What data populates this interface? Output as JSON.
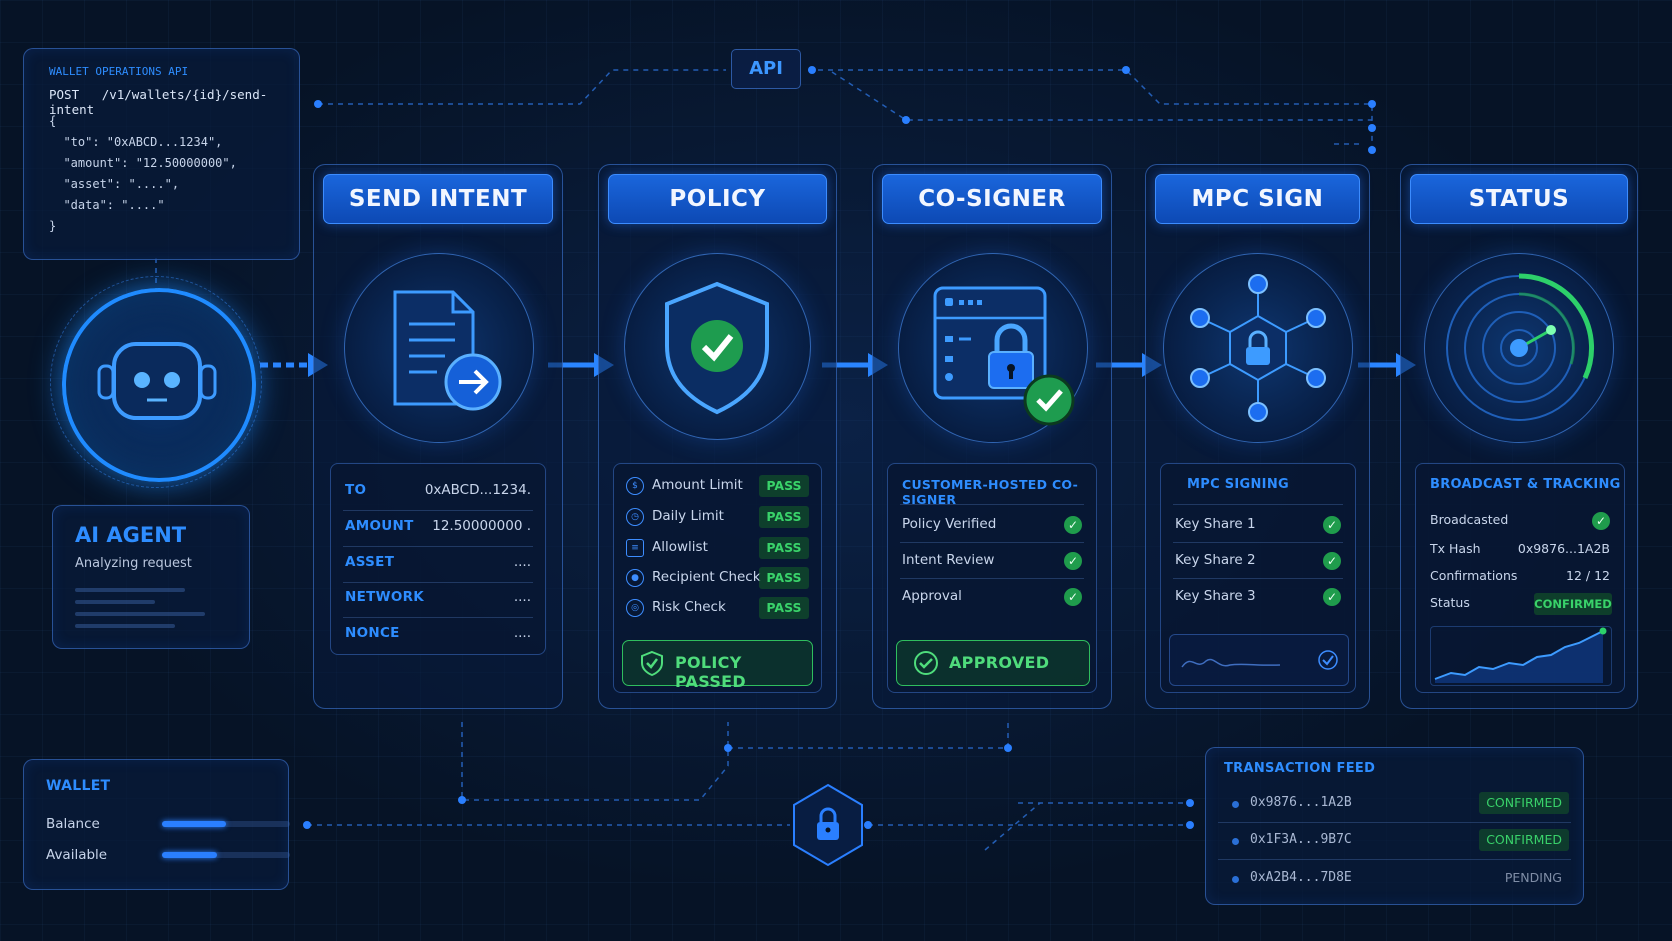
{
  "api_panel": {
    "title": "WALLET OPERATIONS API",
    "method": "POST",
    "path": "/v1/wallets/{id}/send-intent",
    "body_lines": [
      "{",
      "  \"to\": \"0xABCD...1234\",",
      "  \"amount\": \"12.50000000\",",
      "  \"asset\": \"....\",",
      "  \"data\": \"....\"",
      "}"
    ]
  },
  "api_badge": "API",
  "agent": {
    "title": "AI AGENT",
    "status": "Analyzing request"
  },
  "steps": [
    {
      "header": "SEND INTENT",
      "icon": "document-send-icon",
      "fields": [
        {
          "label": "TO",
          "value": "0xABCD...1234."
        },
        {
          "label": "AMOUNT",
          "value": "12.50000000 ."
        },
        {
          "label": "ASSET",
          "value": "...."
        },
        {
          "label": "NETWORK",
          "value": "...."
        },
        {
          "label": "NONCE",
          "value": "...."
        }
      ]
    },
    {
      "header": "POLICY",
      "icon": "shield-check-icon",
      "checks": [
        {
          "label": "Amount Limit",
          "icon": "amount-limit-icon",
          "result": "PASS"
        },
        {
          "label": "Daily Limit",
          "icon": "daily-limit-icon",
          "result": "PASS"
        },
        {
          "label": "Allowlist",
          "icon": "allowlist-icon",
          "result": "PASS"
        },
        {
          "label": "Recipient Check",
          "icon": "recipient-icon",
          "result": "PASS"
        },
        {
          "label": "Risk Check",
          "icon": "risk-icon",
          "result": "PASS"
        }
      ],
      "result_label": "POLICY PASSED"
    },
    {
      "header": "CO-SIGNER",
      "icon": "server-lock-icon",
      "card_title": "CUSTOMER-HOSTED CO-SIGNER",
      "items": [
        "Policy Verified",
        "Intent Review",
        "Approval"
      ],
      "result_label": "APPROVED"
    },
    {
      "header": "MPC SIGN",
      "icon": "mpc-network-icon",
      "card_title": "MPC SIGNING",
      "items": [
        "Key Share 1",
        "Key Share 2",
        "Key Share 3"
      ]
    },
    {
      "header": "STATUS",
      "icon": "radar-icon",
      "card_title": "BROADCAST & TRACKING",
      "broadcasted_label": "Broadcasted",
      "tx_hash_label": "Tx Hash",
      "tx_hash": "0x9876...1A2B",
      "confirmations_label": "Confirmations",
      "confirmations": "12 / 12",
      "status_label": "Status",
      "status": "CONFIRMED"
    }
  ],
  "wallet": {
    "title": "WALLET",
    "balance_label": "Balance",
    "balance_fill": 0.5,
    "available_label": "Available",
    "available_fill": 0.43
  },
  "feed": {
    "title": "TRANSACTION FEED",
    "rows": [
      {
        "hash": "0x9876...1A2B",
        "status": "CONFIRMED"
      },
      {
        "hash": "0x1F3A...9B7C",
        "status": "CONFIRMED"
      },
      {
        "hash": "0xA2B4...7D8E",
        "status": "PENDING"
      }
    ]
  },
  "colors": {
    "accent": "#2e8dff",
    "pass_green": "#39d26a",
    "background": "#061326"
  }
}
